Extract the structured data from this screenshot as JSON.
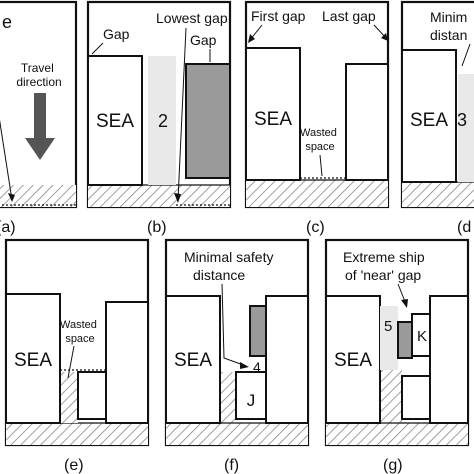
{
  "panels": [
    {
      "id": "a",
      "caption": "(a)",
      "top_label": "e",
      "travel_label": "Travel\ndirection"
    },
    {
      "id": "b",
      "caption": "(b)",
      "sea": "SEA",
      "lowest_gap": "Lowest gap",
      "gap_left": "Gap",
      "gap_right": "Gap",
      "ghost": "2"
    },
    {
      "id": "c",
      "caption": "(c)",
      "sea": "SEA",
      "first_gap": "First gap",
      "last_gap": "Last gap",
      "wasted": "Wasted\nspace"
    },
    {
      "id": "d",
      "caption": "(d",
      "sea": "SEA",
      "minimal": "Minim\ndistan",
      "ghost": "3"
    },
    {
      "id": "e",
      "caption": "(e)",
      "sea": "SEA",
      "wasted": "Wasted\nspace"
    },
    {
      "id": "f",
      "caption": "(f)",
      "sea": "SEA",
      "safety": "Minimal safety\ndistance",
      "ship_j": "J",
      "ghost": "4"
    },
    {
      "id": "g",
      "caption": "(g)",
      "sea": "SEA",
      "extreme": "Extreme ship\nof 'near' gap",
      "ship_k": "K",
      "ghost": "5"
    }
  ],
  "colors": {
    "hatch": "#777777",
    "dark_ship": "#9a9a9a",
    "ghost_ship": "#e9e9e9",
    "arrow": "#555555"
  }
}
